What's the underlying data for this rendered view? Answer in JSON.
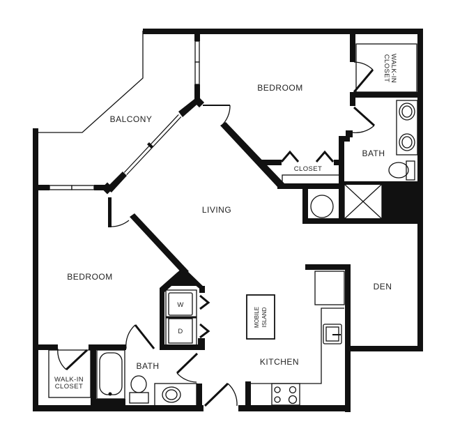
{
  "floor_plan": {
    "colors": {
      "wall": "#111111",
      "background": "#ffffff",
      "text": "#222222"
    },
    "rooms": {
      "balcony": "BALCONY",
      "bedroom_top": "BEDROOM",
      "walk_in_closet_top_line1": "WALK-IN",
      "walk_in_closet_top_line2": "CLOSET",
      "bath_top": "BATH",
      "closet": "CLOSET",
      "living": "LIVING",
      "den": "DEN",
      "bedroom_left": "BEDROOM",
      "washer": "W",
      "dryer": "D",
      "mobile_island_line1": "MOBILE",
      "mobile_island_line2": "ISLAND",
      "kitchen": "KITCHEN",
      "bath_bottom": "BATH",
      "walk_in_closet_bottom_line1": "WALK-IN",
      "walk_in_closet_bottom_line2": "CLOSET"
    }
  }
}
